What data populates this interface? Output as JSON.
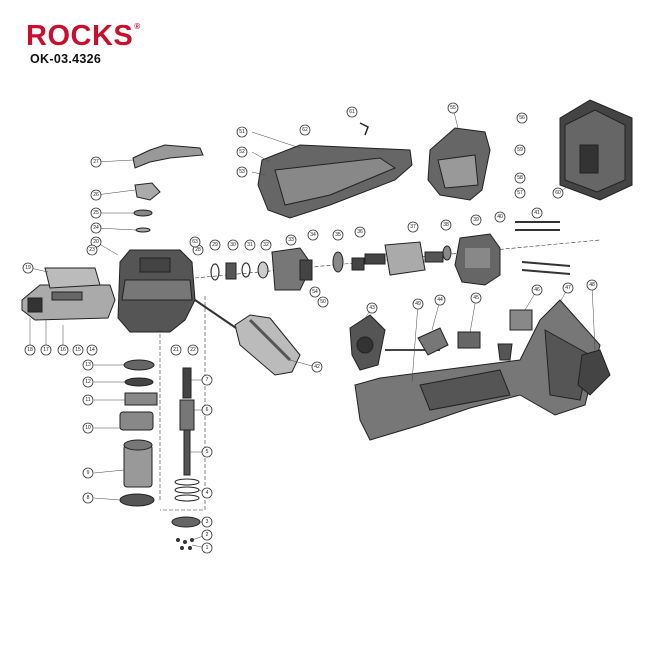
{
  "brand": {
    "name": "ROCKS",
    "registered_mark": "®",
    "color": "#c8102e"
  },
  "model_number": "OK-03.4326",
  "callouts": [
    "1",
    "2",
    "3",
    "4",
    "5",
    "6",
    "7",
    "8",
    "9",
    "10",
    "11",
    "12",
    "13",
    "14",
    "15",
    "16",
    "17",
    "18",
    "19",
    "20",
    "21",
    "22",
    "23",
    "24",
    "25",
    "26",
    "27",
    "28",
    "29",
    "30",
    "31",
    "32",
    "33",
    "34",
    "35",
    "36",
    "37",
    "38",
    "39",
    "40",
    "41",
    "42",
    "43",
    "44",
    "45",
    "46",
    "47",
    "48",
    "49",
    "50",
    "51",
    "52",
    "53",
    "54",
    "55",
    "56",
    "57",
    "58",
    "59",
    "60",
    "61",
    "62",
    "63"
  ]
}
